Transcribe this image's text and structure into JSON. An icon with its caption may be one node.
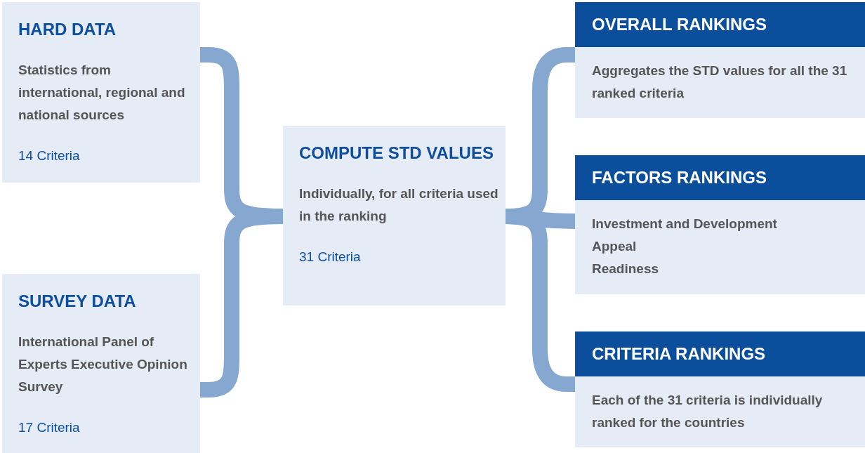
{
  "diagram": {
    "nodes": [
      {
        "text": [
          "HARD DATA",
          "Statistics from international, regional and national sources",
          "14 Criteria"
        ]
      },
      {
        "text": [
          "SURVEY DATA",
          "International Panel of Experts Executive Opinion Survey",
          "17 Criteria"
        ]
      },
      {
        "text": [
          "COMPUTE STD VALUES",
          "Individually, for all criteria used in the ranking",
          "31 Criteria"
        ]
      },
      {
        "text": [
          "OVERALL RANKINGS",
          "Aggregates the STD values for all the 31 ranked criteria"
        ]
      },
      {
        "text": [
          "FACTORS RANKINGS",
          "Investment and Development",
          "Appeal",
          "Readiness"
        ]
      },
      {
        "text": [
          "CRITERIA RANKINGS",
          "Each of the 31 criteria is individually ranked for the countries"
        ]
      }
    ],
    "edges": [
      {
        "from": 0,
        "to": 2,
        "arrow": "none"
      },
      {
        "from": 1,
        "to": 2,
        "arrow": "none"
      },
      {
        "from": 2,
        "to": 3,
        "arrow": "none"
      },
      {
        "from": 2,
        "to": 4,
        "arrow": "none"
      },
      {
        "from": 2,
        "to": 5,
        "arrow": "none"
      }
    ]
  }
}
